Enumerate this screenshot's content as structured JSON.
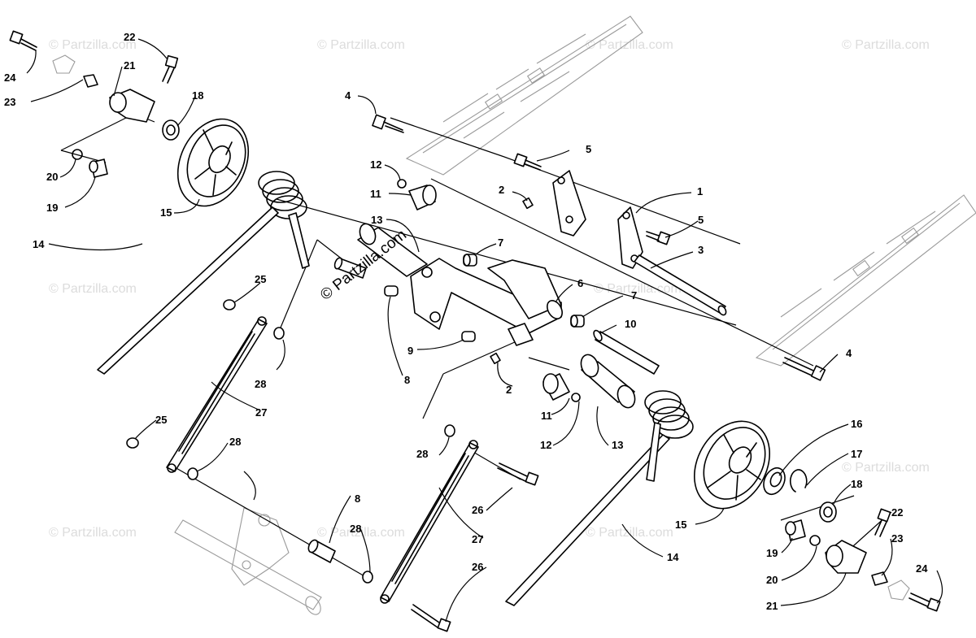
{
  "watermark": {
    "faint_text": "© Partzilla.com",
    "main_text": "© Partzilla.com"
  },
  "callouts": {
    "c1": "1",
    "c2a": "2",
    "c2b": "2",
    "c3": "3",
    "c4a": "4",
    "c4b": "4",
    "c5a": "5",
    "c5b": "5",
    "c6": "6",
    "c7a": "7",
    "c7b": "7",
    "c8a": "8",
    "c8b": "8",
    "c9": "9",
    "c10": "10",
    "c11a": "11",
    "c11b": "11",
    "c12a": "12",
    "c12b": "12",
    "c13a": "13",
    "c13b": "13",
    "c14a": "14",
    "c14b": "14",
    "c15a": "15",
    "c15b": "15",
    "c16": "16",
    "c17": "17",
    "c18a": "18",
    "c18b": "18",
    "c19a": "19",
    "c19b": "19",
    "c20a": "20",
    "c20b": "20",
    "c21a": "21",
    "c21b": "21",
    "c22a": "22",
    "c22b": "22",
    "c23a": "23",
    "c23b": "23",
    "c24a": "24",
    "c24b": "24",
    "c25a": "25",
    "c25b": "25",
    "c26a": "26",
    "c26b": "26",
    "c27a": "27",
    "c27b": "27",
    "c28a": "28",
    "c28b": "28",
    "c28c": "28",
    "c28d": "28"
  }
}
